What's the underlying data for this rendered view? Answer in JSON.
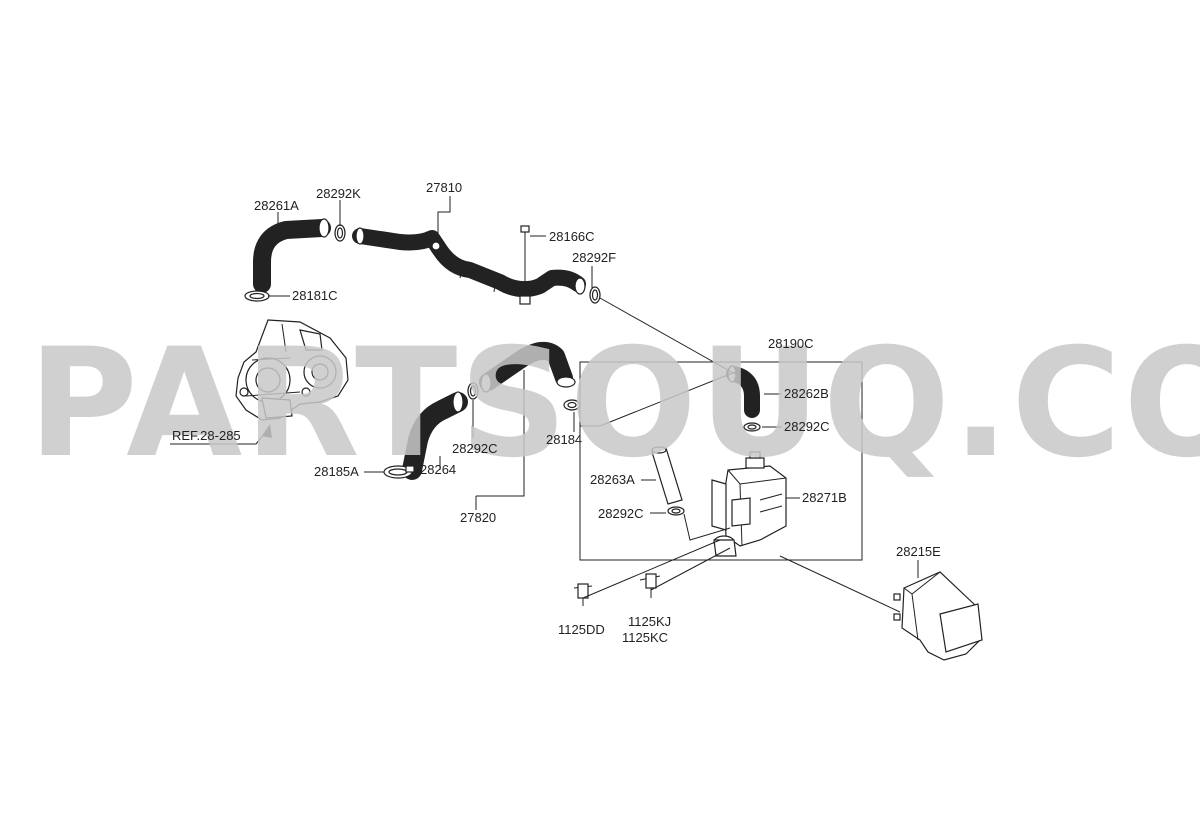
{
  "watermark": "PARTSOUQ.COM",
  "ref_label": "REF.28-285",
  "labels": {
    "p28261A": "28261A",
    "p28292K": "28292K",
    "p27810": "27810",
    "p28166C": "28166C",
    "p28292F": "28292F",
    "p28181C": "28181C",
    "p28190C": "28190C",
    "p28262B": "28262B",
    "p28292C_a": "28292C",
    "p28292C_b": "28292C",
    "p28292C_c": "28292C",
    "p28184": "28184",
    "p28185A": "28185A",
    "p28264": "28264",
    "p27820": "27820",
    "p28263A": "28263A",
    "p28271B": "28271B",
    "p28215E": "28215E",
    "p1125DD": "1125DD",
    "p1125KJ": "1125KJ",
    "p1125KC": "1125KC"
  }
}
